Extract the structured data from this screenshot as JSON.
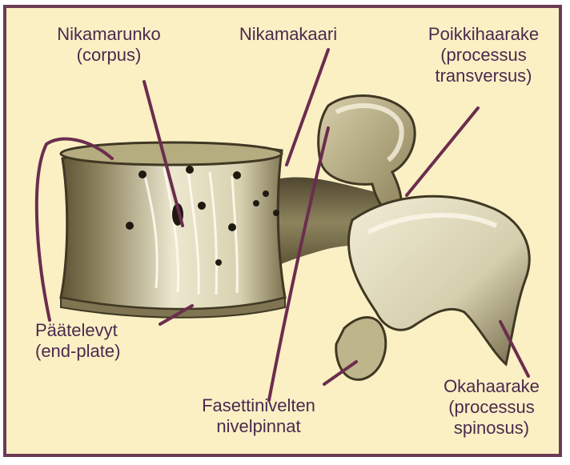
{
  "labels": {
    "corpus": {
      "line1": "Nikamarunko",
      "line2": "(corpus)"
    },
    "arch": {
      "line1": "Nikamakaari"
    },
    "transverse": {
      "line1": "Poikkihaarake",
      "line2": "(processus",
      "line3": "transversus)"
    },
    "endplate": {
      "line1": "Päätelevyt",
      "line2": "(end-plate)"
    },
    "facet": {
      "line1": "Fasettinivelten",
      "line2": "nivelpinnat"
    },
    "spinous": {
      "line1": "Okahaarake",
      "line2": "(processus",
      "line3": "spinosus)"
    }
  },
  "colors": {
    "frame": "#6b3b55",
    "background": "#fbefc4",
    "bone_dark": "#5e5334",
    "bone_mid": "#a49a6a",
    "bone_light": "#ece7cf",
    "leader": "#6b2d4e",
    "text": "#4a2a4d"
  }
}
